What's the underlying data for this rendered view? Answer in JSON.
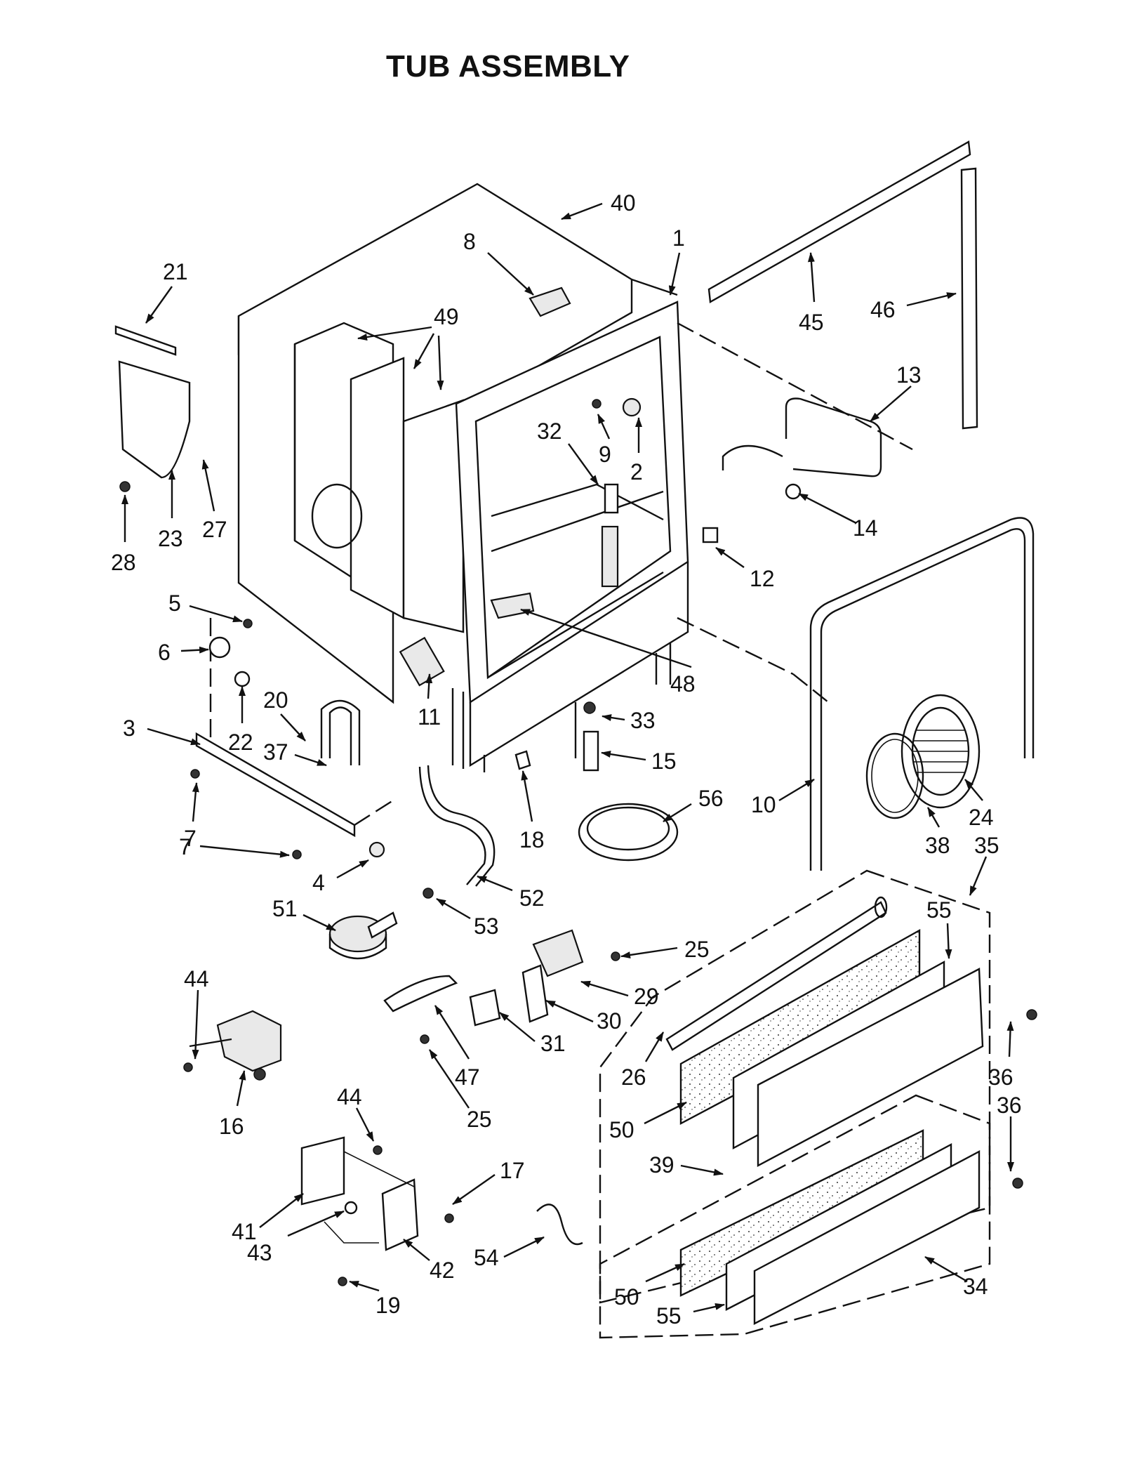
{
  "title": "TUB ASSEMBLY",
  "callouts": [
    {
      "id": "c40",
      "label": "40"
    },
    {
      "id": "c1",
      "label": "1"
    },
    {
      "id": "c8",
      "label": "8"
    },
    {
      "id": "c45",
      "label": "45"
    },
    {
      "id": "c46",
      "label": "46"
    },
    {
      "id": "c21",
      "label": "21"
    },
    {
      "id": "c49",
      "label": "49"
    },
    {
      "id": "c13",
      "label": "13"
    },
    {
      "id": "c32",
      "label": "32"
    },
    {
      "id": "c9",
      "label": "9"
    },
    {
      "id": "c2",
      "label": "2"
    },
    {
      "id": "c14",
      "label": "14"
    },
    {
      "id": "c28",
      "label": "28"
    },
    {
      "id": "c23",
      "label": "23"
    },
    {
      "id": "c27",
      "label": "27"
    },
    {
      "id": "c12",
      "label": "12"
    },
    {
      "id": "c5",
      "label": "5"
    },
    {
      "id": "c6",
      "label": "6"
    },
    {
      "id": "c48",
      "label": "48"
    },
    {
      "id": "c20",
      "label": "20"
    },
    {
      "id": "c22",
      "label": "22"
    },
    {
      "id": "c11",
      "label": "11"
    },
    {
      "id": "c33",
      "label": "33"
    },
    {
      "id": "c3",
      "label": "3"
    },
    {
      "id": "c37",
      "label": "37"
    },
    {
      "id": "c15",
      "label": "15"
    },
    {
      "id": "c18",
      "label": "18"
    },
    {
      "id": "c10",
      "label": "10"
    },
    {
      "id": "c38",
      "label": "38"
    },
    {
      "id": "c24",
      "label": "24"
    },
    {
      "id": "c56",
      "label": "56"
    },
    {
      "id": "c7a",
      "label": "7"
    },
    {
      "id": "c7b",
      "label": "7"
    },
    {
      "id": "c35",
      "label": "35"
    },
    {
      "id": "c4",
      "label": "4"
    },
    {
      "id": "c52",
      "label": "52"
    },
    {
      "id": "c55a",
      "label": "55"
    },
    {
      "id": "c51",
      "label": "51"
    },
    {
      "id": "c53",
      "label": "53"
    },
    {
      "id": "c25a",
      "label": "25"
    },
    {
      "id": "c29",
      "label": "29"
    },
    {
      "id": "c44a",
      "label": "44"
    },
    {
      "id": "c30",
      "label": "30"
    },
    {
      "id": "c31",
      "label": "31"
    },
    {
      "id": "c36a",
      "label": "36"
    },
    {
      "id": "c47",
      "label": "47"
    },
    {
      "id": "c26",
      "label": "26"
    },
    {
      "id": "c16",
      "label": "16"
    },
    {
      "id": "c25b",
      "label": "25"
    },
    {
      "id": "c36b",
      "label": "36"
    },
    {
      "id": "c50a",
      "label": "50"
    },
    {
      "id": "c44b",
      "label": "44"
    },
    {
      "id": "c39",
      "label": "39"
    },
    {
      "id": "c17",
      "label": "17"
    },
    {
      "id": "c41",
      "label": "41"
    },
    {
      "id": "c43",
      "label": "43"
    },
    {
      "id": "c42",
      "label": "42"
    },
    {
      "id": "c54",
      "label": "54"
    },
    {
      "id": "c19",
      "label": "19"
    },
    {
      "id": "c34",
      "label": "34"
    },
    {
      "id": "c50b",
      "label": "50"
    },
    {
      "id": "c55b",
      "label": "55"
    }
  ]
}
